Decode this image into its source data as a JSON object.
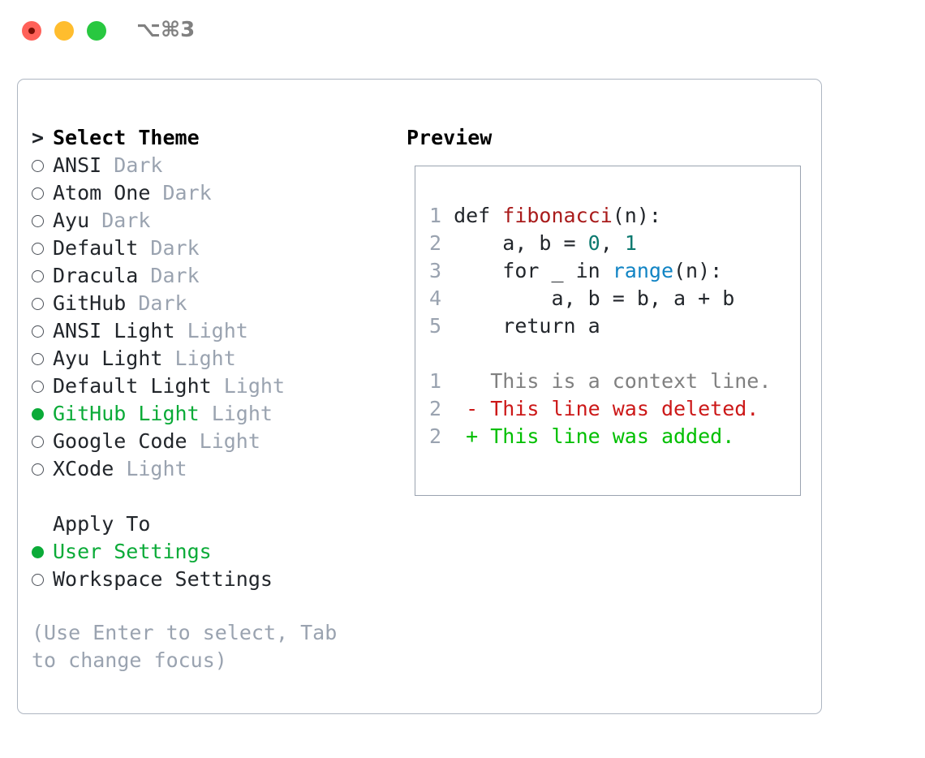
{
  "titlebar": {
    "shortcut": "⌥⌘3",
    "lights": [
      "close",
      "minimize",
      "maximize"
    ]
  },
  "theme_picker": {
    "header_marker": ">",
    "header_label": "Select Theme",
    "radio_unselected": "○",
    "radio_selected": "●",
    "items": [
      {
        "label": "ANSI",
        "badge": "Dark",
        "selected": false
      },
      {
        "label": "Atom One",
        "badge": "Dark",
        "selected": false
      },
      {
        "label": "Ayu",
        "badge": "Dark",
        "selected": false
      },
      {
        "label": "Default",
        "badge": "Dark",
        "selected": false
      },
      {
        "label": "Dracula",
        "badge": "Dark",
        "selected": false
      },
      {
        "label": "GitHub",
        "badge": "Dark",
        "selected": false
      },
      {
        "label": "ANSI Light",
        "badge": "Light",
        "selected": false
      },
      {
        "label": "Ayu Light",
        "badge": "Light",
        "selected": false
      },
      {
        "label": "Default Light",
        "badge": "Light",
        "selected": false
      },
      {
        "label": "GitHub Light",
        "badge": "Light",
        "selected": true
      },
      {
        "label": "Google Code",
        "badge": "Light",
        "selected": false
      },
      {
        "label": "XCode",
        "badge": "Light",
        "selected": false
      }
    ]
  },
  "apply_to": {
    "header_label": "Apply To",
    "items": [
      {
        "label": "User Settings",
        "selected": true
      },
      {
        "label": "Workspace Settings",
        "selected": false
      }
    ]
  },
  "hint": "(Use Enter to select, Tab to change focus)",
  "preview": {
    "title": "Preview",
    "code_lines": [
      {
        "no": "1",
        "segments": [
          {
            "text": "def ",
            "kind": "plain"
          },
          {
            "text": "fibonacci",
            "kind": "fn"
          },
          {
            "text": "(n):",
            "kind": "plain"
          }
        ]
      },
      {
        "no": "2",
        "segments": [
          {
            "text": "    a, b = ",
            "kind": "plain"
          },
          {
            "text": "0",
            "kind": "num"
          },
          {
            "text": ", ",
            "kind": "plain"
          },
          {
            "text": "1",
            "kind": "num"
          }
        ]
      },
      {
        "no": "3",
        "segments": [
          {
            "text": "    for _ in ",
            "kind": "plain"
          },
          {
            "text": "range",
            "kind": "builtin"
          },
          {
            "text": "(n):",
            "kind": "plain"
          }
        ]
      },
      {
        "no": "4",
        "segments": [
          {
            "text": "        a, b = b, a + b",
            "kind": "plain"
          }
        ]
      },
      {
        "no": "5",
        "segments": [
          {
            "text": "    return a",
            "kind": "plain"
          }
        ]
      }
    ],
    "diff_lines": [
      {
        "no": "1",
        "marker": " ",
        "text": "This is a context line.",
        "kind": "context"
      },
      {
        "no": "2",
        "marker": "-",
        "text": "This line was deleted.",
        "kind": "deleted"
      },
      {
        "no": "2",
        "marker": "+",
        "text": "This line was added.",
        "kind": "added"
      }
    ]
  },
  "colors": {
    "accent_green": "#0bab38",
    "muted": "#9aa3b0",
    "border": "#aeb6c2",
    "preview_border": "#9aa3b0",
    "fn_red": "#a91b1b",
    "num_teal": "#0d7a70",
    "builtin_blue": "#1184c4",
    "diff_del": "#cc1818",
    "diff_add": "#00bf00",
    "diff_ctx": "#808080",
    "text": "#22262b"
  }
}
